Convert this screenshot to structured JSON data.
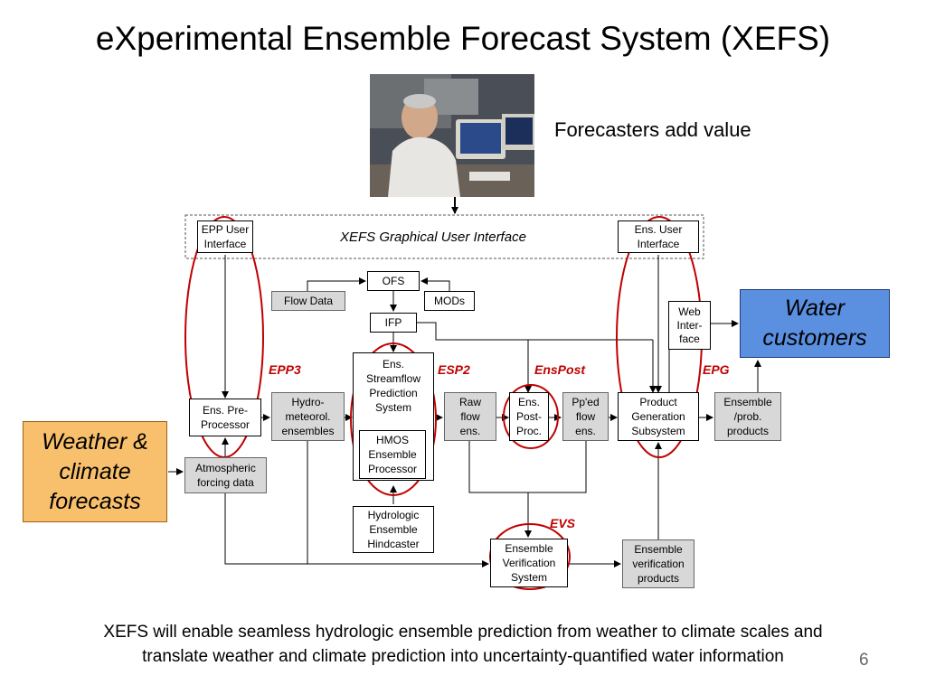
{
  "slide": {
    "title": "eXperimental Ensemble Forecast System (XEFS)",
    "photo_caption": "Forecasters add value",
    "page_number": "6",
    "footer_line1": "XEFS will enable seamless hydrologic ensemble prediction from weather to climate scales and",
    "footer_line2": "translate weather and climate prediction into uncertainty-quantified water information"
  },
  "diagram": {
    "gui_label": "XEFS Graphical User Interface",
    "epp_ui": [
      "EPP User",
      "Interface"
    ],
    "ens_ui": [
      "Ens. User",
      "Interface"
    ],
    "ofs": "OFS",
    "flow_data": "Flow Data",
    "mods": "MODs",
    "ifp": "IFP",
    "web_interface": [
      "Web",
      "Inter-",
      "face"
    ],
    "esp": [
      "Ens.",
      "Streamflow",
      "Prediction",
      "System"
    ],
    "hmos": [
      "HMOS",
      "Ensemble",
      "Processor"
    ],
    "ens_preprocessor": [
      "Ens. Pre-",
      "Processor"
    ],
    "hydromet": [
      "Hydro-",
      "meteorol.",
      "ensembles"
    ],
    "raw_flow": [
      "Raw",
      "flow",
      "ens."
    ],
    "ens_postproc": [
      "Ens.",
      "Post-",
      "Proc."
    ],
    "pped_flow": [
      "Pp'ed",
      "flow",
      "ens."
    ],
    "product_generation": [
      "Product",
      "Generation",
      "Subsystem"
    ],
    "ensemble_products": [
      "Ensemble",
      "/prob.",
      "products"
    ],
    "atmospheric": [
      "Atmospheric",
      "forcing data"
    ],
    "hindcaster": [
      "Hydrologic",
      "Ensemble",
      "Hindcaster"
    ],
    "evs": [
      "Ensemble",
      "Verification",
      "System"
    ],
    "verification_products": [
      "Ensemble",
      "verification",
      "products"
    ],
    "water_customers": [
      "Water",
      "customers"
    ],
    "weather_climate": [
      "Weather &",
      "climate",
      "forecasts"
    ],
    "labels": {
      "epp3": "EPP3",
      "esp2": "ESP2",
      "enspost": "EnsPost",
      "epg": "EPG",
      "evs": "EVS"
    }
  },
  "colors": {
    "highlight_red": "#c00000",
    "water_box": "#5b8fe0",
    "weather_box": "#f8c06c",
    "grey_box": "#d8d8d8"
  }
}
